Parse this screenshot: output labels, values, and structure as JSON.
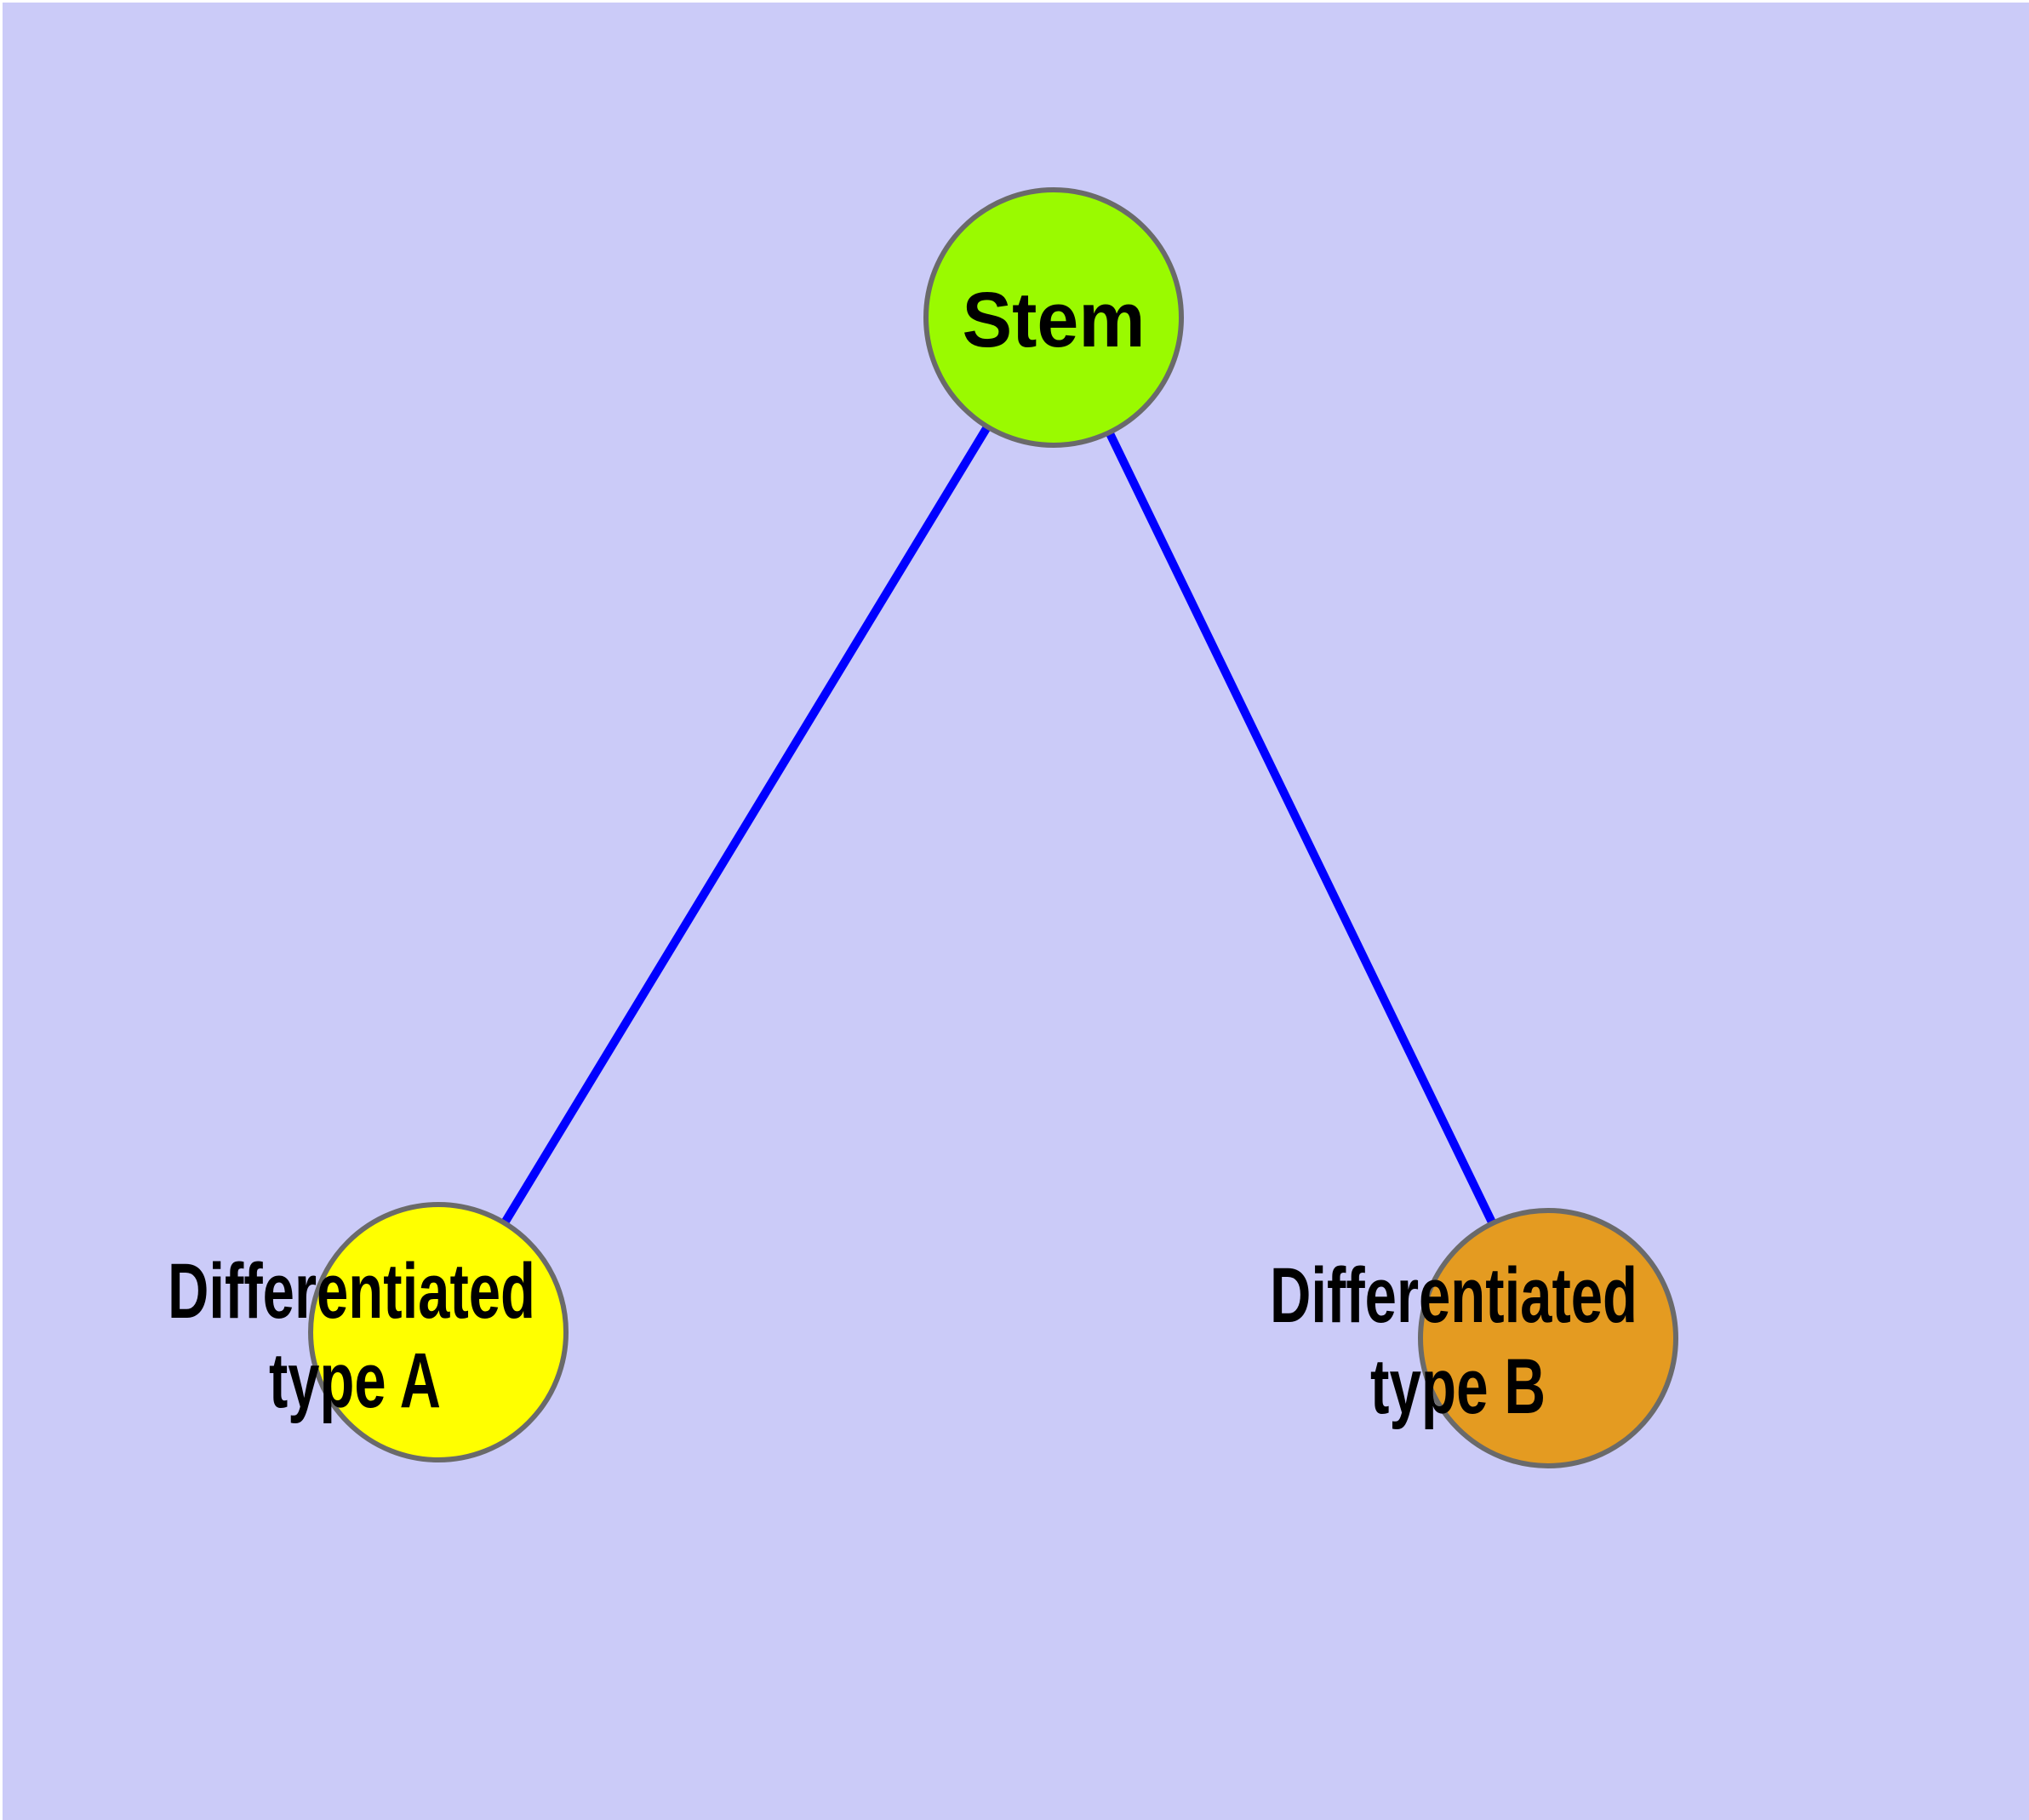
{
  "canvas": {
    "frame_color": "#ffffff",
    "background_color": "#cbcbf8"
  },
  "graph": {
    "title": "",
    "nodes": [
      {
        "id": "stem",
        "label": "Stem",
        "fill": "#9afa00",
        "stroke": "#6a6a6a",
        "label_color": "#000000"
      },
      {
        "id": "differentiated-type-a",
        "label_line1": "Differentiated",
        "label_line2": "type A",
        "fill": "#ffff00",
        "stroke": "#6a6a6a",
        "label_color": "#000000"
      },
      {
        "id": "differentiated-type-b",
        "label_line1": "Differentiated",
        "label_line2": "type B",
        "fill": "#e49b21",
        "stroke": "#6a6a6a",
        "label_color": "#000000"
      }
    ],
    "edges": [
      {
        "from": "Stem",
        "to": "Differentiated type A",
        "color": "#0000ff"
      },
      {
        "from": "Stem",
        "to": "Differentiated type B",
        "color": "#0000ff"
      }
    ]
  }
}
